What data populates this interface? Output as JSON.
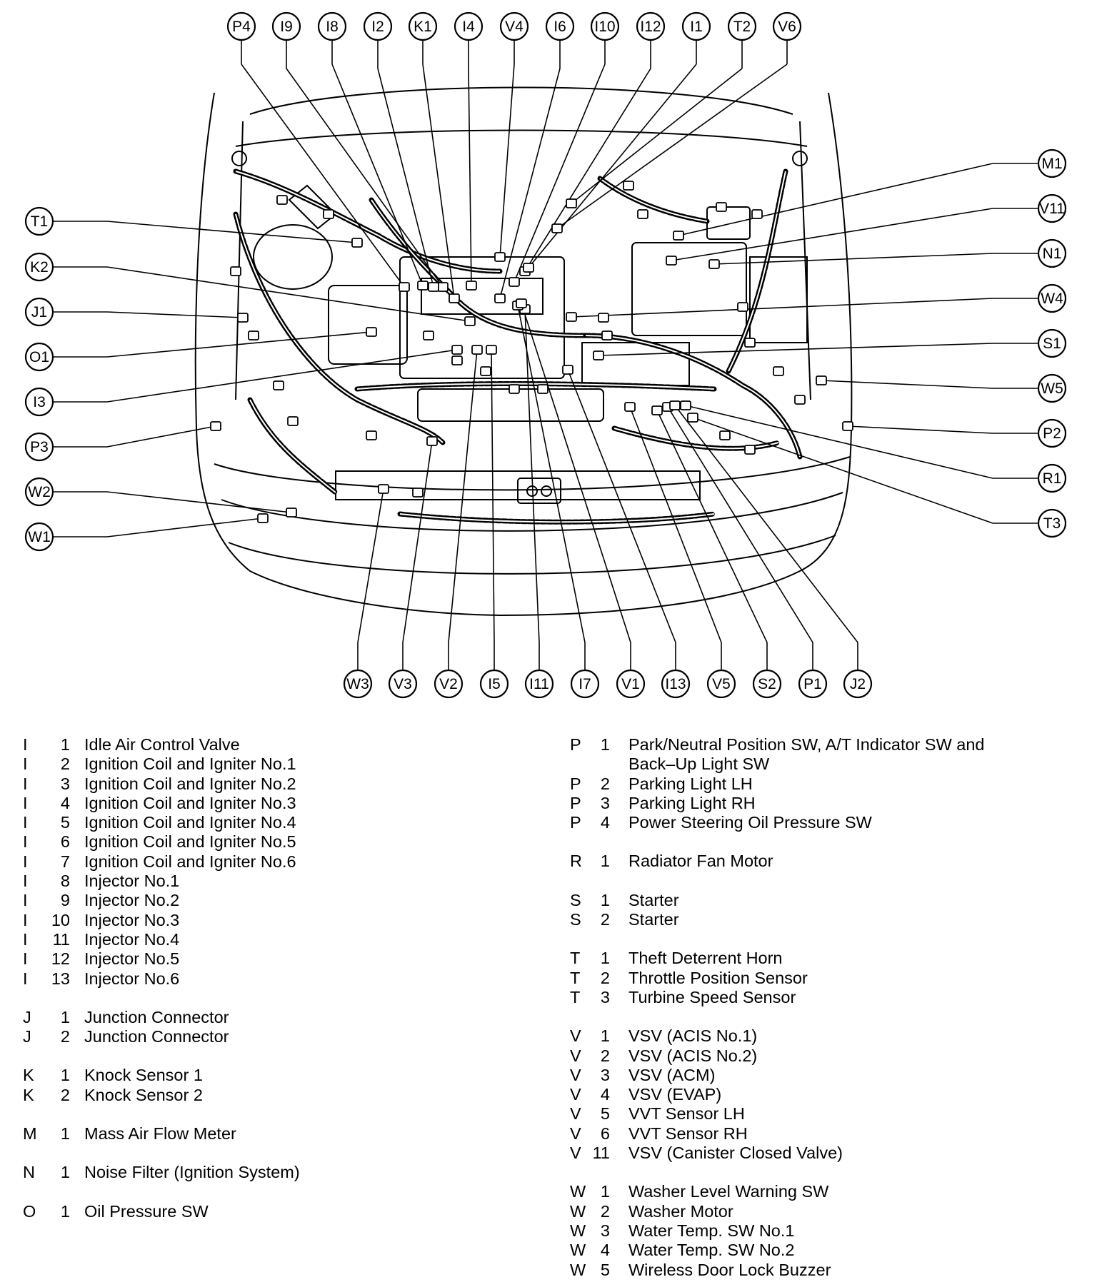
{
  "callouts": {
    "top": [
      "P4",
      "I9",
      "I8",
      "I2",
      "K1",
      "I4",
      "V4",
      "I6",
      "I10",
      "I12",
      "I1",
      "T2",
      "V6"
    ],
    "left": [
      "T1",
      "K2",
      "J1",
      "O1",
      "I3",
      "P3",
      "W2",
      "W1"
    ],
    "right": [
      "M1",
      "V11",
      "N1",
      "W4",
      "S1",
      "W5",
      "P2",
      "R1",
      "T3"
    ],
    "bottom": [
      "W3",
      "V3",
      "V2",
      "I5",
      "I11",
      "I7",
      "V1",
      "I13",
      "V5",
      "S2",
      "P1",
      "J2"
    ]
  },
  "legend_left": [
    {
      "letter": "I",
      "num": "1",
      "label": "Idle Air Control Valve",
      "gap": false
    },
    {
      "letter": "I",
      "num": "2",
      "label": "Ignition Coil and Igniter No.1",
      "gap": false
    },
    {
      "letter": "I",
      "num": "3",
      "label": "Ignition Coil and Igniter No.2",
      "gap": false
    },
    {
      "letter": "I",
      "num": "4",
      "label": "Ignition Coil and Igniter No.3",
      "gap": false
    },
    {
      "letter": "I",
      "num": "5",
      "label": "Ignition Coil and Igniter No.4",
      "gap": false
    },
    {
      "letter": "I",
      "num": "6",
      "label": "Ignition Coil and Igniter No.5",
      "gap": false
    },
    {
      "letter": "I",
      "num": "7",
      "label": "Ignition Coil and Igniter No.6",
      "gap": false
    },
    {
      "letter": "I",
      "num": "8",
      "label": "Injector No.1",
      "gap": false
    },
    {
      "letter": "I",
      "num": "9",
      "label": "Injector No.2",
      "gap": false
    },
    {
      "letter": "I",
      "num": "10",
      "label": "Injector No.3",
      "gap": false
    },
    {
      "letter": "I",
      "num": "11",
      "label": "Injector No.4",
      "gap": false
    },
    {
      "letter": "I",
      "num": "12",
      "label": "Injector No.5",
      "gap": false
    },
    {
      "letter": "I",
      "num": "13",
      "label": "Injector No.6",
      "gap": false
    },
    {
      "letter": "J",
      "num": "1",
      "label": "Junction  Connector",
      "gap": true
    },
    {
      "letter": "J",
      "num": "2",
      "label": "Junction  Connector",
      "gap": false
    },
    {
      "letter": "K",
      "num": "1",
      "label": "Knock Sensor 1",
      "gap": true
    },
    {
      "letter": "K",
      "num": "2",
      "label": "Knock Sensor 2",
      "gap": false
    },
    {
      "letter": "M",
      "num": "1",
      "label": "Mass Air Flow Meter",
      "gap": true
    },
    {
      "letter": "N",
      "num": "1",
      "label": "Noise Filter (Ignition System)",
      "gap": true
    },
    {
      "letter": "O",
      "num": "1",
      "label": "Oil Pressure SW",
      "gap": true
    }
  ],
  "legend_right": [
    {
      "letter": "P",
      "num": "1",
      "label": "Park/Neutral Position SW, A/T Indicator SW and",
      "cont": "Back–Up Light SW",
      "gap": false
    },
    {
      "letter": "P",
      "num": "2",
      "label": "Parking Light LH",
      "gap": false
    },
    {
      "letter": "P",
      "num": "3",
      "label": "Parking Light RH",
      "gap": false
    },
    {
      "letter": "P",
      "num": "4",
      "label": "Power Steering Oil Pressure SW",
      "gap": false
    },
    {
      "letter": "R",
      "num": "1",
      "label": "Radiator Fan Motor",
      "gap": true
    },
    {
      "letter": "S",
      "num": "1",
      "label": "Starter",
      "gap": true
    },
    {
      "letter": "S",
      "num": "2",
      "label": "Starter",
      "gap": false
    },
    {
      "letter": "T",
      "num": "1",
      "label": "Theft Deterrent Horn",
      "gap": true
    },
    {
      "letter": "T",
      "num": "2",
      "label": "Throttle Position Sensor",
      "gap": false
    },
    {
      "letter": "T",
      "num": "3",
      "label": "Turbine Speed Sensor",
      "gap": false
    },
    {
      "letter": "V",
      "num": "1",
      "label": "VSV (ACIS No.1)",
      "gap": true
    },
    {
      "letter": "V",
      "num": "2",
      "label": "VSV (ACIS No.2)",
      "gap": false
    },
    {
      "letter": "V",
      "num": "3",
      "label": "VSV (ACM)",
      "gap": false
    },
    {
      "letter": "V",
      "num": "4",
      "label": "VSV (EVAP)",
      "gap": false
    },
    {
      "letter": "V",
      "num": "5",
      "label": "VVT Sensor LH",
      "gap": false
    },
    {
      "letter": "V",
      "num": "6",
      "label": "VVT Sensor RH",
      "gap": false
    },
    {
      "letter": "V",
      "num": "11",
      "label": "VSV (Canister Closed Valve)",
      "gap": false
    },
    {
      "letter": "W",
      "num": "1",
      "label": "Washer Level Warning SW",
      "gap": true
    },
    {
      "letter": "W",
      "num": "2",
      "label": "Washer Motor",
      "gap": false
    },
    {
      "letter": "W",
      "num": "3",
      "label": "Water Temp. SW No.1",
      "gap": false
    },
    {
      "letter": "W",
      "num": "4",
      "label": "Water Temp. SW No.2",
      "gap": false
    },
    {
      "letter": "W",
      "num": "5",
      "label": "Wireless Door Lock Buzzer",
      "gap": false
    }
  ]
}
